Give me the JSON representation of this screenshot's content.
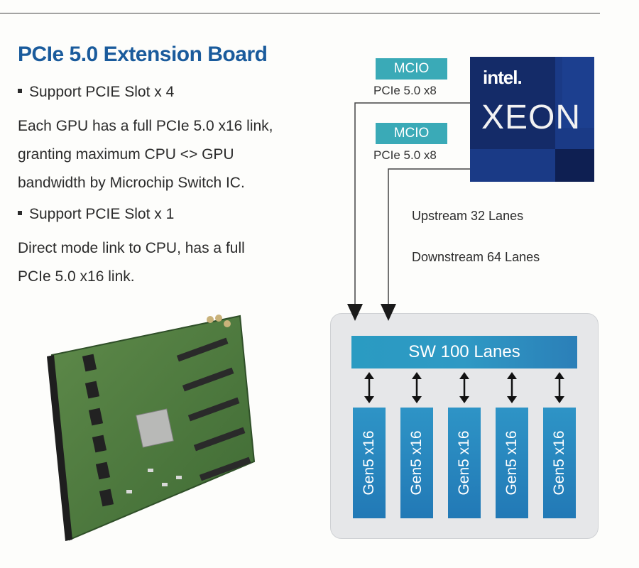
{
  "title": "PCIe 5.0 Extension Board",
  "bullets": [
    {
      "label": "Support PCIE Slot x 4",
      "text_lines": [
        "Each GPU has a full PCIe 5.0 x16 link,",
        "granting maximum CPU <> GPU",
        "bandwidth by Microchip Switch IC."
      ]
    },
    {
      "label": "Support PCIE Slot x 1",
      "text_lines": [
        "Direct mode link to CPU, has a full",
        "PCIe 5.0 x16 link."
      ]
    }
  ],
  "mcio": [
    {
      "tag": "MCIO",
      "sub": "PCIe 5.0 x8"
    },
    {
      "tag": "MCIO",
      "sub": "PCIe 5.0 x8"
    }
  ],
  "cpu": {
    "brand": "intel.",
    "product": "XEON"
  },
  "lanes": {
    "upstream": "Upstream 32 Lanes",
    "downstream": "Downstream 64 Lanes"
  },
  "switch": {
    "label": "SW 100 Lanes"
  },
  "slots": [
    "Gen5 x16",
    "Gen5 x16",
    "Gen5 x16",
    "Gen5 x16",
    "Gen5 x16"
  ],
  "colors": {
    "title": "#1a5b9c",
    "mcio": "#3aaab7",
    "switch": "#2a9bc2",
    "slot": "#2279b6",
    "cpu": "#1a3a86",
    "panel": "#e6e7e9"
  }
}
